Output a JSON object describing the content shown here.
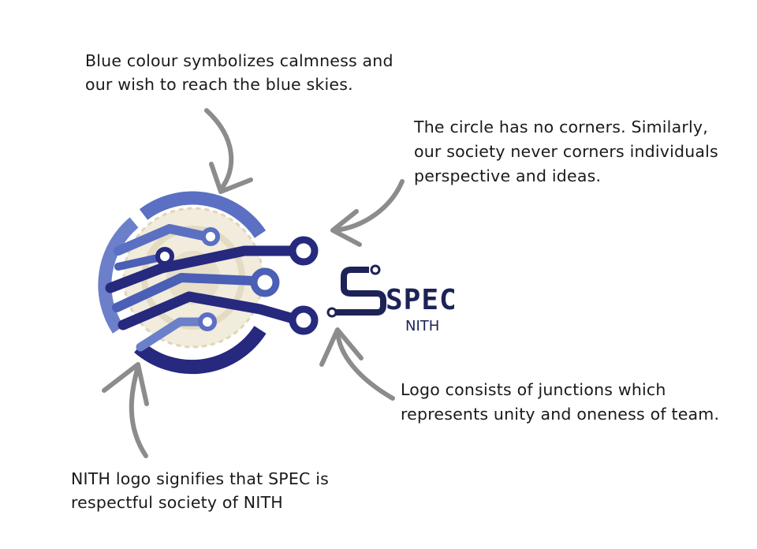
{
  "annotations": {
    "blue_colour": {
      "line1": "Blue colour symbolizes calmness and",
      "line2": "our wish to reach the blue skies."
    },
    "circle": {
      "line1": "The circle  has no  corners. Similarly,",
      "line2": "our society never corners individuals",
      "line3": "perspective and ideas."
    },
    "junctions": {
      "line1": "Logo consists of junctions which",
      "line2": "represents unity and oneness of team."
    },
    "nith_logo": {
      "line1": "NITH logo signifies that SPEC is",
      "line2": "respectful society of NITH"
    }
  },
  "logo": {
    "wordmark": "SPEC",
    "subtitle": "NITH",
    "colors": {
      "dark_blue": "#26297e",
      "mid_blue": "#4a5fb5",
      "light_blue": "#5b70c2",
      "emblem_beige": "#efe9d6",
      "arrow_gray": "#8c8c8c"
    }
  }
}
